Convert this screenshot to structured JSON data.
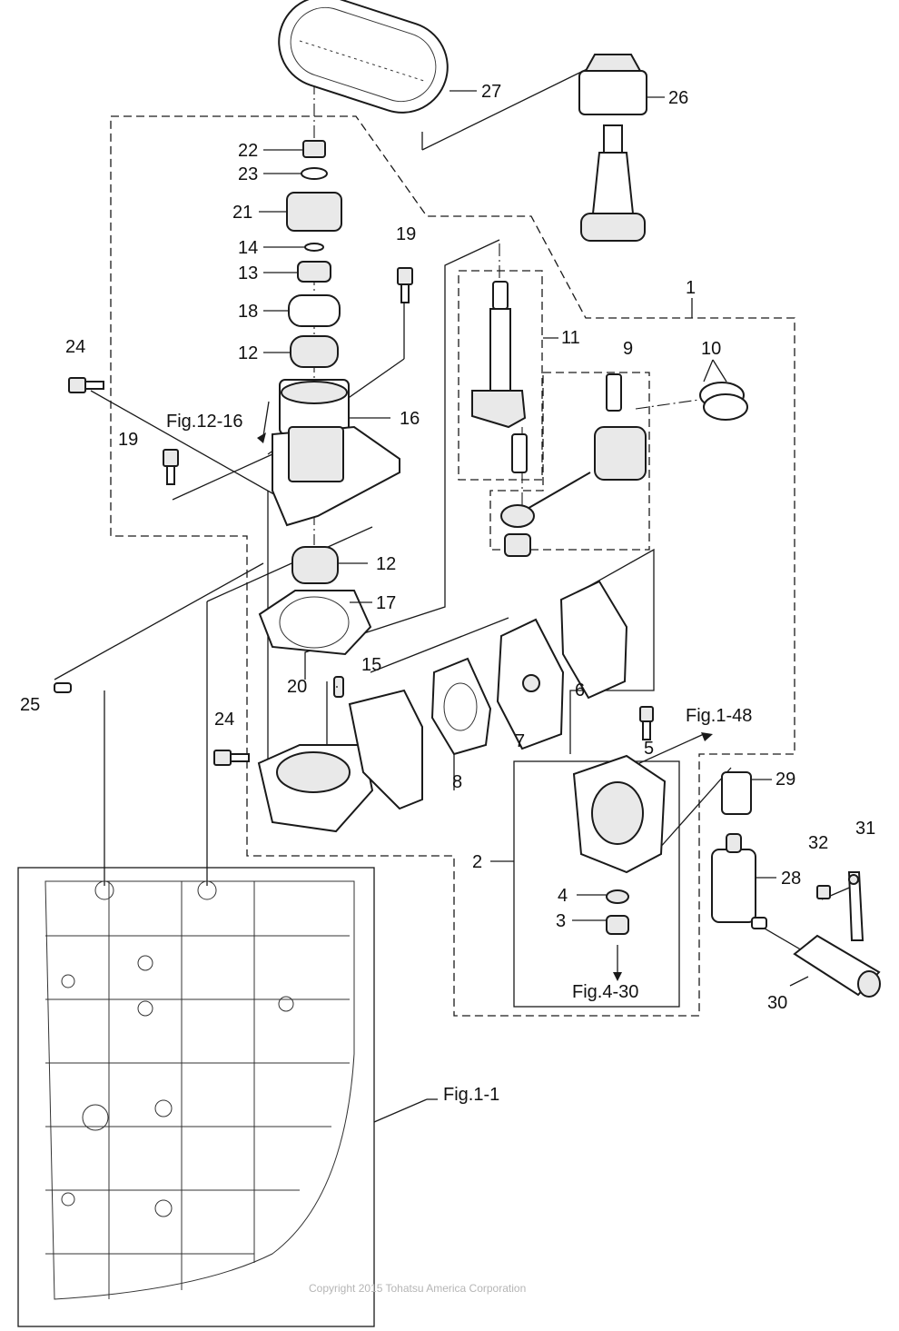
{
  "diagram": {
    "part_numbers": [
      "1",
      "2",
      "3",
      "4",
      "5",
      "6",
      "7",
      "8",
      "9",
      "10",
      "11",
      "12",
      "12",
      "13",
      "14",
      "15",
      "16",
      "17",
      "18",
      "19",
      "19",
      "20",
      "21",
      "22",
      "23",
      "24",
      "24",
      "25",
      "26",
      "27",
      "28",
      "29",
      "30",
      "31",
      "32"
    ],
    "figure_refs": {
      "fig_12_16": "Fig.12-16",
      "fig_1_48": "Fig.1-48",
      "fig_4_30": "Fig.4-30",
      "fig_1_1": "Fig.1-1"
    },
    "copyright": "Copyright 2015 Tohatsu America Corporation"
  }
}
